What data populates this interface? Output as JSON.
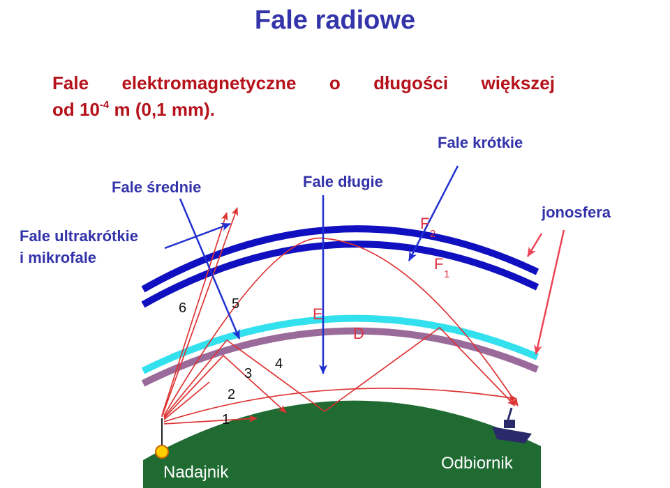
{
  "title": "Fale radiowe",
  "subtitle": {
    "line1": "Fale elektromagnetyczne o długości większej",
    "line2_prefix": "od 10",
    "line2_sup": "-4",
    "line2_suffix": " m (0,1 mm)."
  },
  "labels": {
    "fale_krotkie": "Fale krótkie",
    "fale_dlugie": "Fale długie",
    "fale_srednie": "Fale średnie",
    "fale_ultra_line1": "Fale ultrakrótkie",
    "fale_ultra_line2": "i mikrofale",
    "jonosfera": "jonosfera"
  },
  "layers": {
    "F2_letter": "F",
    "F2_sub": "2",
    "F1_letter": "F",
    "F1_sub": "1",
    "E": "E",
    "D": "D"
  },
  "path_numbers": [
    "1",
    "2",
    "3",
    "4",
    "5",
    "6"
  ],
  "ground": {
    "transmitter": "Nadajnik",
    "receiver": "Odbiornik"
  },
  "colors": {
    "title": "#3333aa",
    "subtitle": "#b5121b",
    "labels": "#3333aa",
    "f_layers": "#1010c0",
    "e_layer": "#33e0ee",
    "d_layer": "#9a6a9a",
    "ground": "#1f6b32",
    "rays": "#dd3333",
    "pointer_arrows": "#2030d0"
  }
}
